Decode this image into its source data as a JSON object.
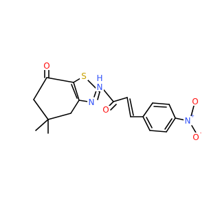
{
  "colors": {
    "carbon": "#000000",
    "oxygen": "#ff0d0d",
    "nitrogen": "#3050f8",
    "sulfur": "#c8a200"
  },
  "atoms": {
    "ketone_oxygen": "O",
    "thiazole_sulfur": "S",
    "amide_nitrogen": "N",
    "amide_hydrogen": "H",
    "thiazole_nitrogen": "N",
    "amide_oxygen": "O",
    "nitro_nitrogen": "N",
    "nitro_nitrogen_charge": "+",
    "nitro_oxygen_top": "O",
    "nitro_oxygen_bottom": "O",
    "nitro_oxygen_bottom_charge": "-"
  }
}
